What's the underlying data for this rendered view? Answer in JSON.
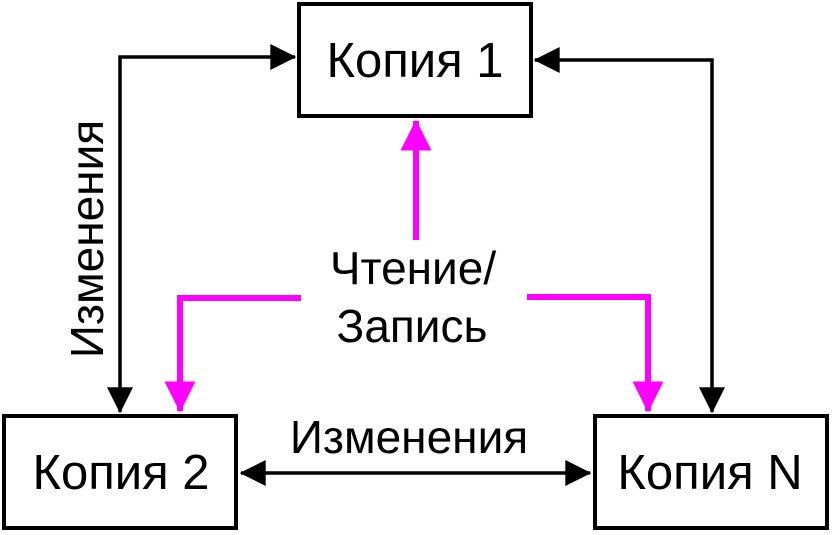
{
  "diagram": {
    "nodes": [
      {
        "id": "copy-1",
        "label": "Копия 1"
      },
      {
        "id": "copy-2",
        "label": "Копия 2"
      },
      {
        "id": "copy-n",
        "label": "Копия N"
      }
    ],
    "edge_labels": {
      "changes_left_vertical": "Изменения",
      "changes_bottom_horizontal": "Изменения",
      "read_write_line1": "Чтение/",
      "read_write_line2": "Запись"
    },
    "colors": {
      "line": "#000000",
      "read_write_accent": "#ff00ff",
      "box_fill": "#ffffff",
      "background": "#ffffff"
    }
  }
}
